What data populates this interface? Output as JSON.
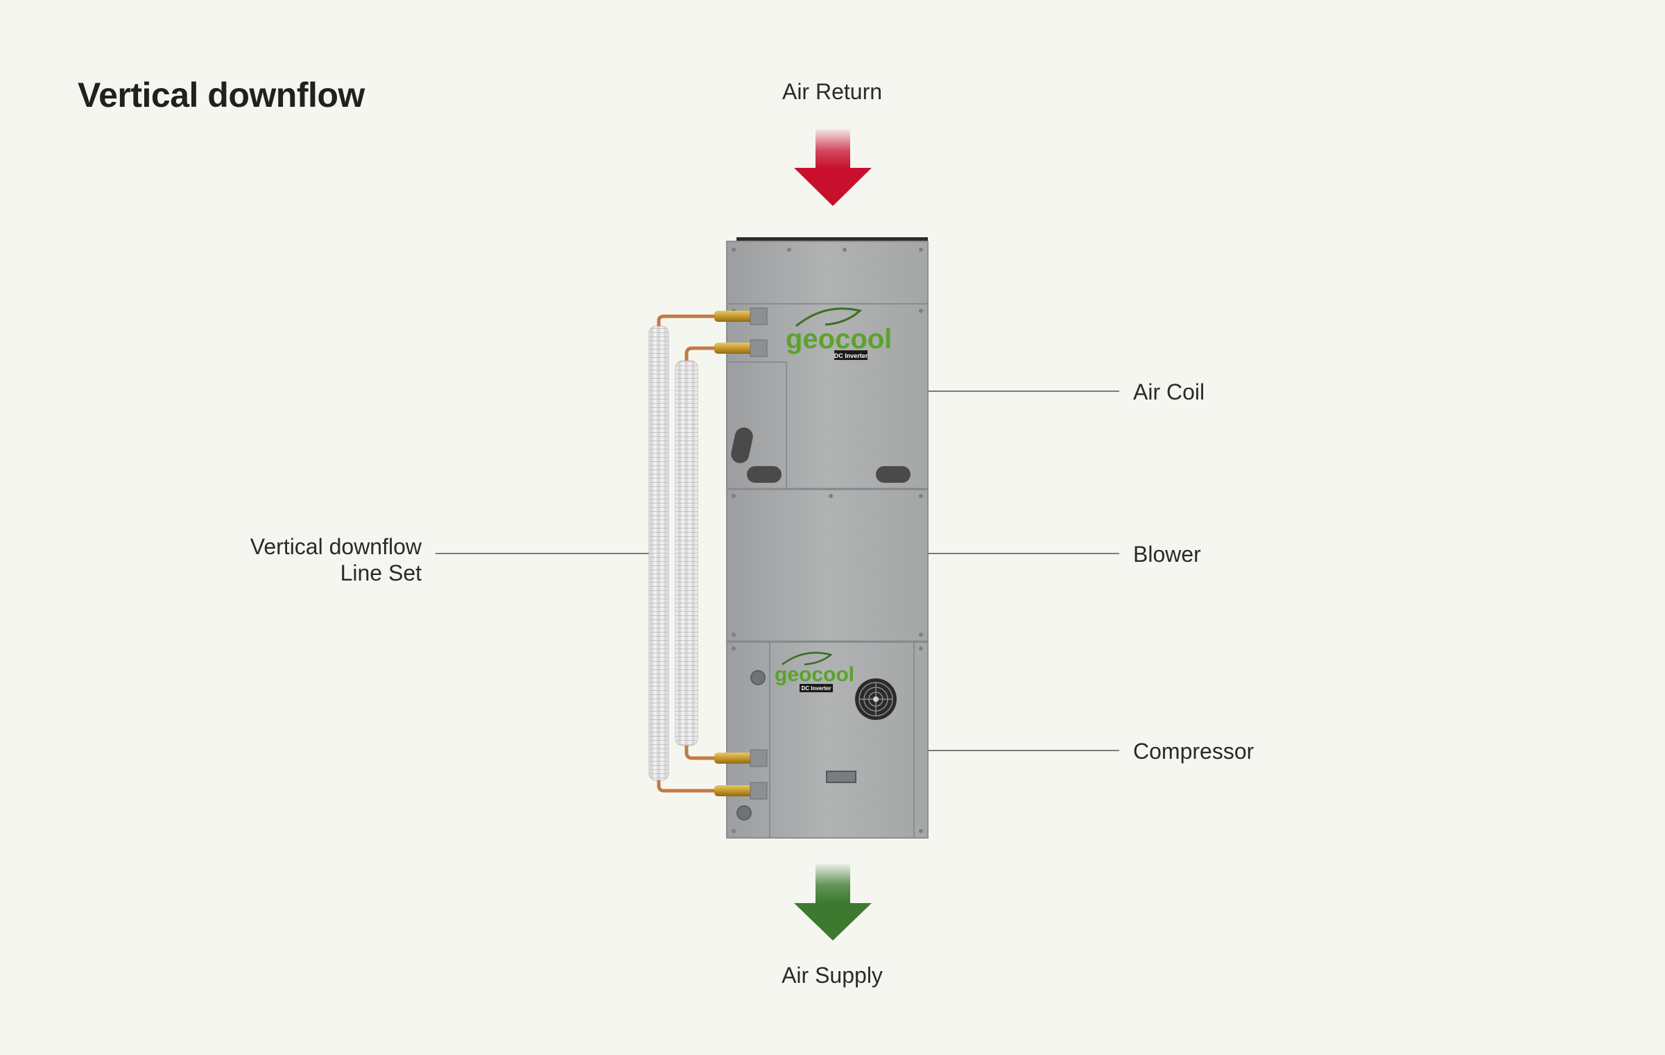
{
  "title": "Vertical downflow",
  "labels": {
    "air_return": "Air Return",
    "air_supply": "Air Supply",
    "air_coil": "Air Coil",
    "blower": "Blower",
    "compressor": "Compressor",
    "line_set_line1": "Vertical downflow",
    "line_set_line2": "Line Set"
  },
  "brand": {
    "logo_text": "geocool",
    "badge_text": "DC Inverter"
  },
  "colors": {
    "background": "#f6f6f1",
    "return_arrow": "#c8102e",
    "supply_arrow": "#3d7a2f",
    "unit_body": "#a9abac",
    "brand_green": "#5aa32b"
  }
}
